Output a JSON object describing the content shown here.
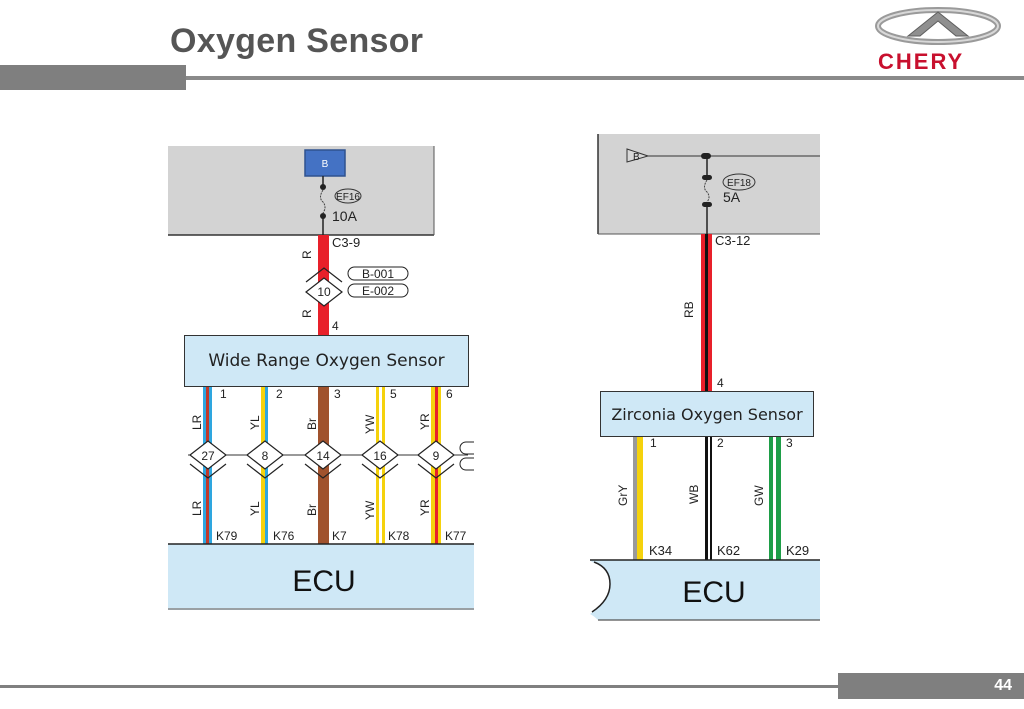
{
  "slide": {
    "title": "Oxygen Sensor",
    "page_number": "44",
    "logo": {
      "brand": "CHERY",
      "icon": "chery-emblem-icon",
      "brand_color": "#c8102e"
    },
    "accent_gray": "#7f7f7f"
  },
  "left_diagram": {
    "power_source": "B",
    "fuse": {
      "id": "EF16",
      "rating": "10A"
    },
    "connector_top": "C3-9",
    "supply_wire": {
      "color_code": "R",
      "color": "#e8202a"
    },
    "junction": {
      "number": "10",
      "refs": [
        "B-001",
        "E-002"
      ]
    },
    "sensor_pin_supply": "4",
    "sensor_label": "Wide Range Oxygen Sensor",
    "wires": [
      {
        "pin": "1",
        "color_code": "LR",
        "junction": "27",
        "ecu_pin": "K79"
      },
      {
        "pin": "2",
        "color_code": "YL",
        "junction": "8",
        "ecu_pin": "K76"
      },
      {
        "pin": "3",
        "color_code": "Br",
        "junction": "14",
        "ecu_pin": "K7"
      },
      {
        "pin": "5",
        "color_code": "YW",
        "junction": "16",
        "ecu_pin": "K78"
      },
      {
        "pin": "6",
        "color_code": "YR",
        "junction": "9",
        "ecu_pin": "K77"
      }
    ],
    "ecu_label": "ECU"
  },
  "right_diagram": {
    "power_source": "B",
    "fuse": {
      "id": "EF18",
      "rating": "5A"
    },
    "connector_top": "C3-12",
    "supply_wire": {
      "color_code": "RB"
    },
    "sensor_pin_supply": "4",
    "sensor_label": "Zirconia Oxygen Sensor",
    "wires": [
      {
        "pin": "1",
        "color_code": "GrY",
        "ecu_pin": "K34"
      },
      {
        "pin": "2",
        "color_code": "WB",
        "ecu_pin": "K62"
      },
      {
        "pin": "3",
        "color_code": "GW",
        "ecu_pin": "K29"
      }
    ],
    "ecu_label": "ECU"
  }
}
